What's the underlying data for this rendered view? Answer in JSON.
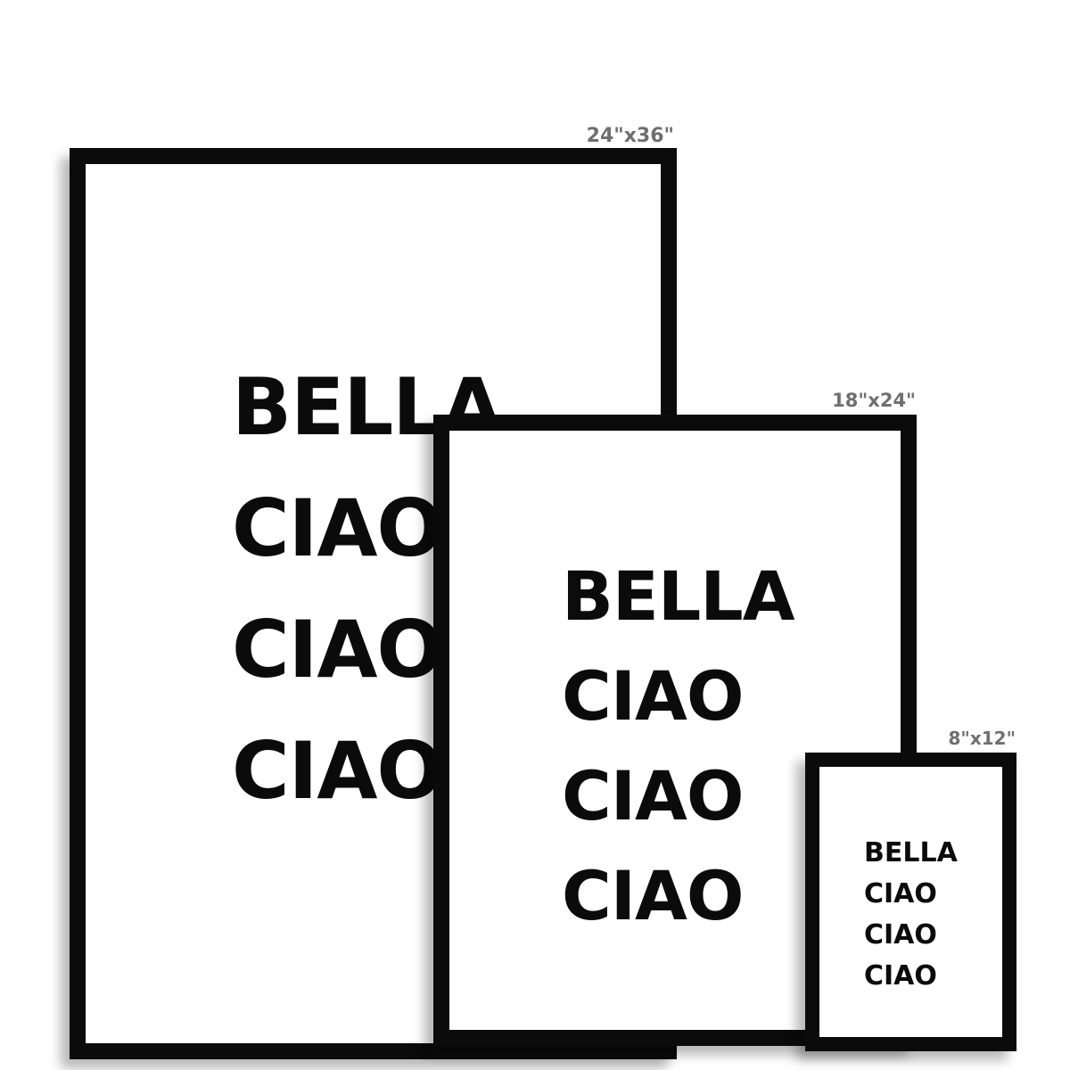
{
  "frames": {
    "large": {
      "size_label": "24\"x36\"",
      "lines": [
        "BELLA",
        "CIAO",
        "CIAO",
        "CIAO"
      ]
    },
    "medium": {
      "size_label": "18\"x24\"",
      "lines": [
        "BELLA",
        "CIAO",
        "CIAO",
        "CIAO"
      ]
    },
    "small": {
      "size_label": "8\"x12\"",
      "lines": [
        "BELLA",
        "CIAO",
        "CIAO",
        "CIAO"
      ]
    }
  },
  "colors": {
    "frame": "#0b0b0b",
    "label": "#6f6f6f",
    "background": "#ffffff"
  }
}
